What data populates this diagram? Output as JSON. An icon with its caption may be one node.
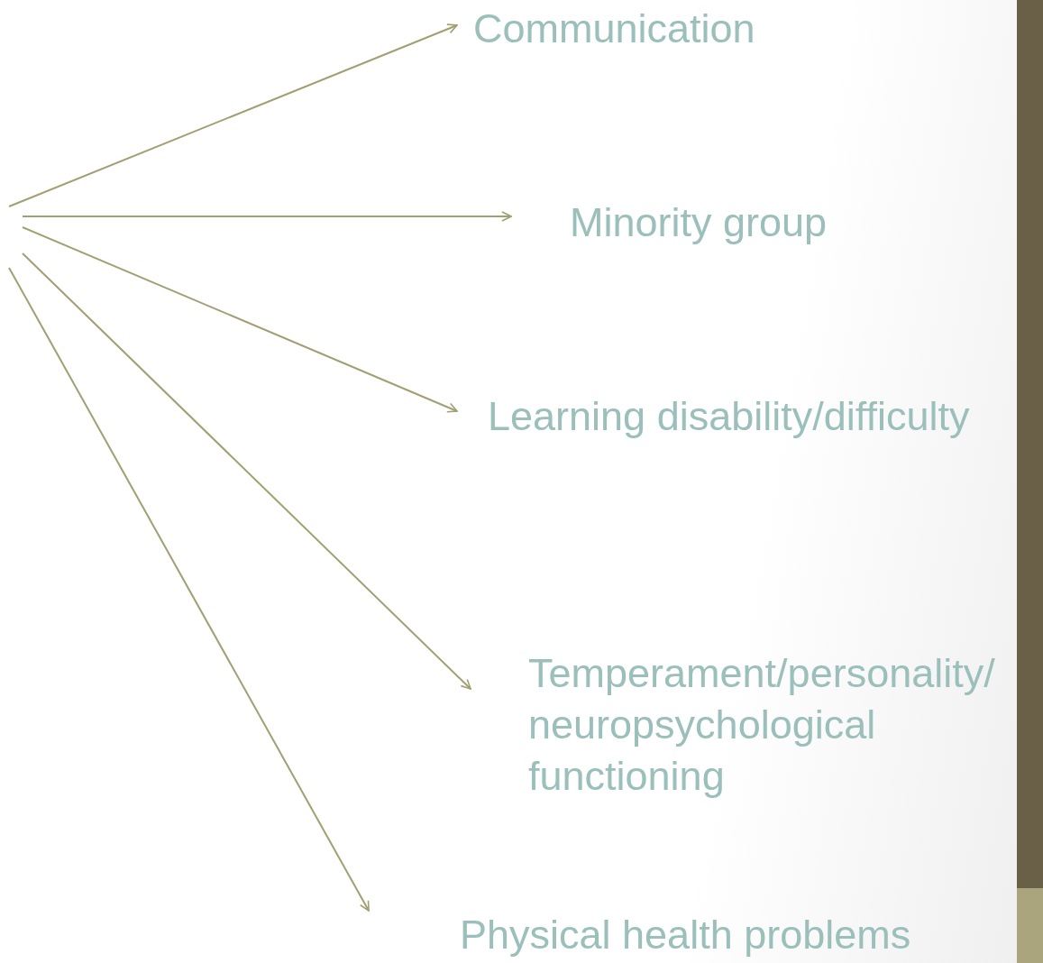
{
  "diagram": {
    "nodes": [
      {
        "text": [
          "Communication"
        ]
      },
      {
        "text": [
          "Minority group"
        ]
      },
      {
        "text": [
          "Learning disability/difficulty"
        ]
      },
      {
        "text": [
          "Temperament/personality/ neuropsychological functioning"
        ]
      },
      {
        "text": [
          "Physical health problems"
        ]
      }
    ],
    "edges": [
      {
        "from": null,
        "to": 0,
        "arrow": "to"
      },
      {
        "from": null,
        "to": 1,
        "arrow": "to"
      },
      {
        "from": null,
        "to": 2,
        "arrow": "to"
      },
      {
        "from": null,
        "to": 3,
        "arrow": "to"
      },
      {
        "from": null,
        "to": 4,
        "arrow": "to"
      }
    ]
  }
}
